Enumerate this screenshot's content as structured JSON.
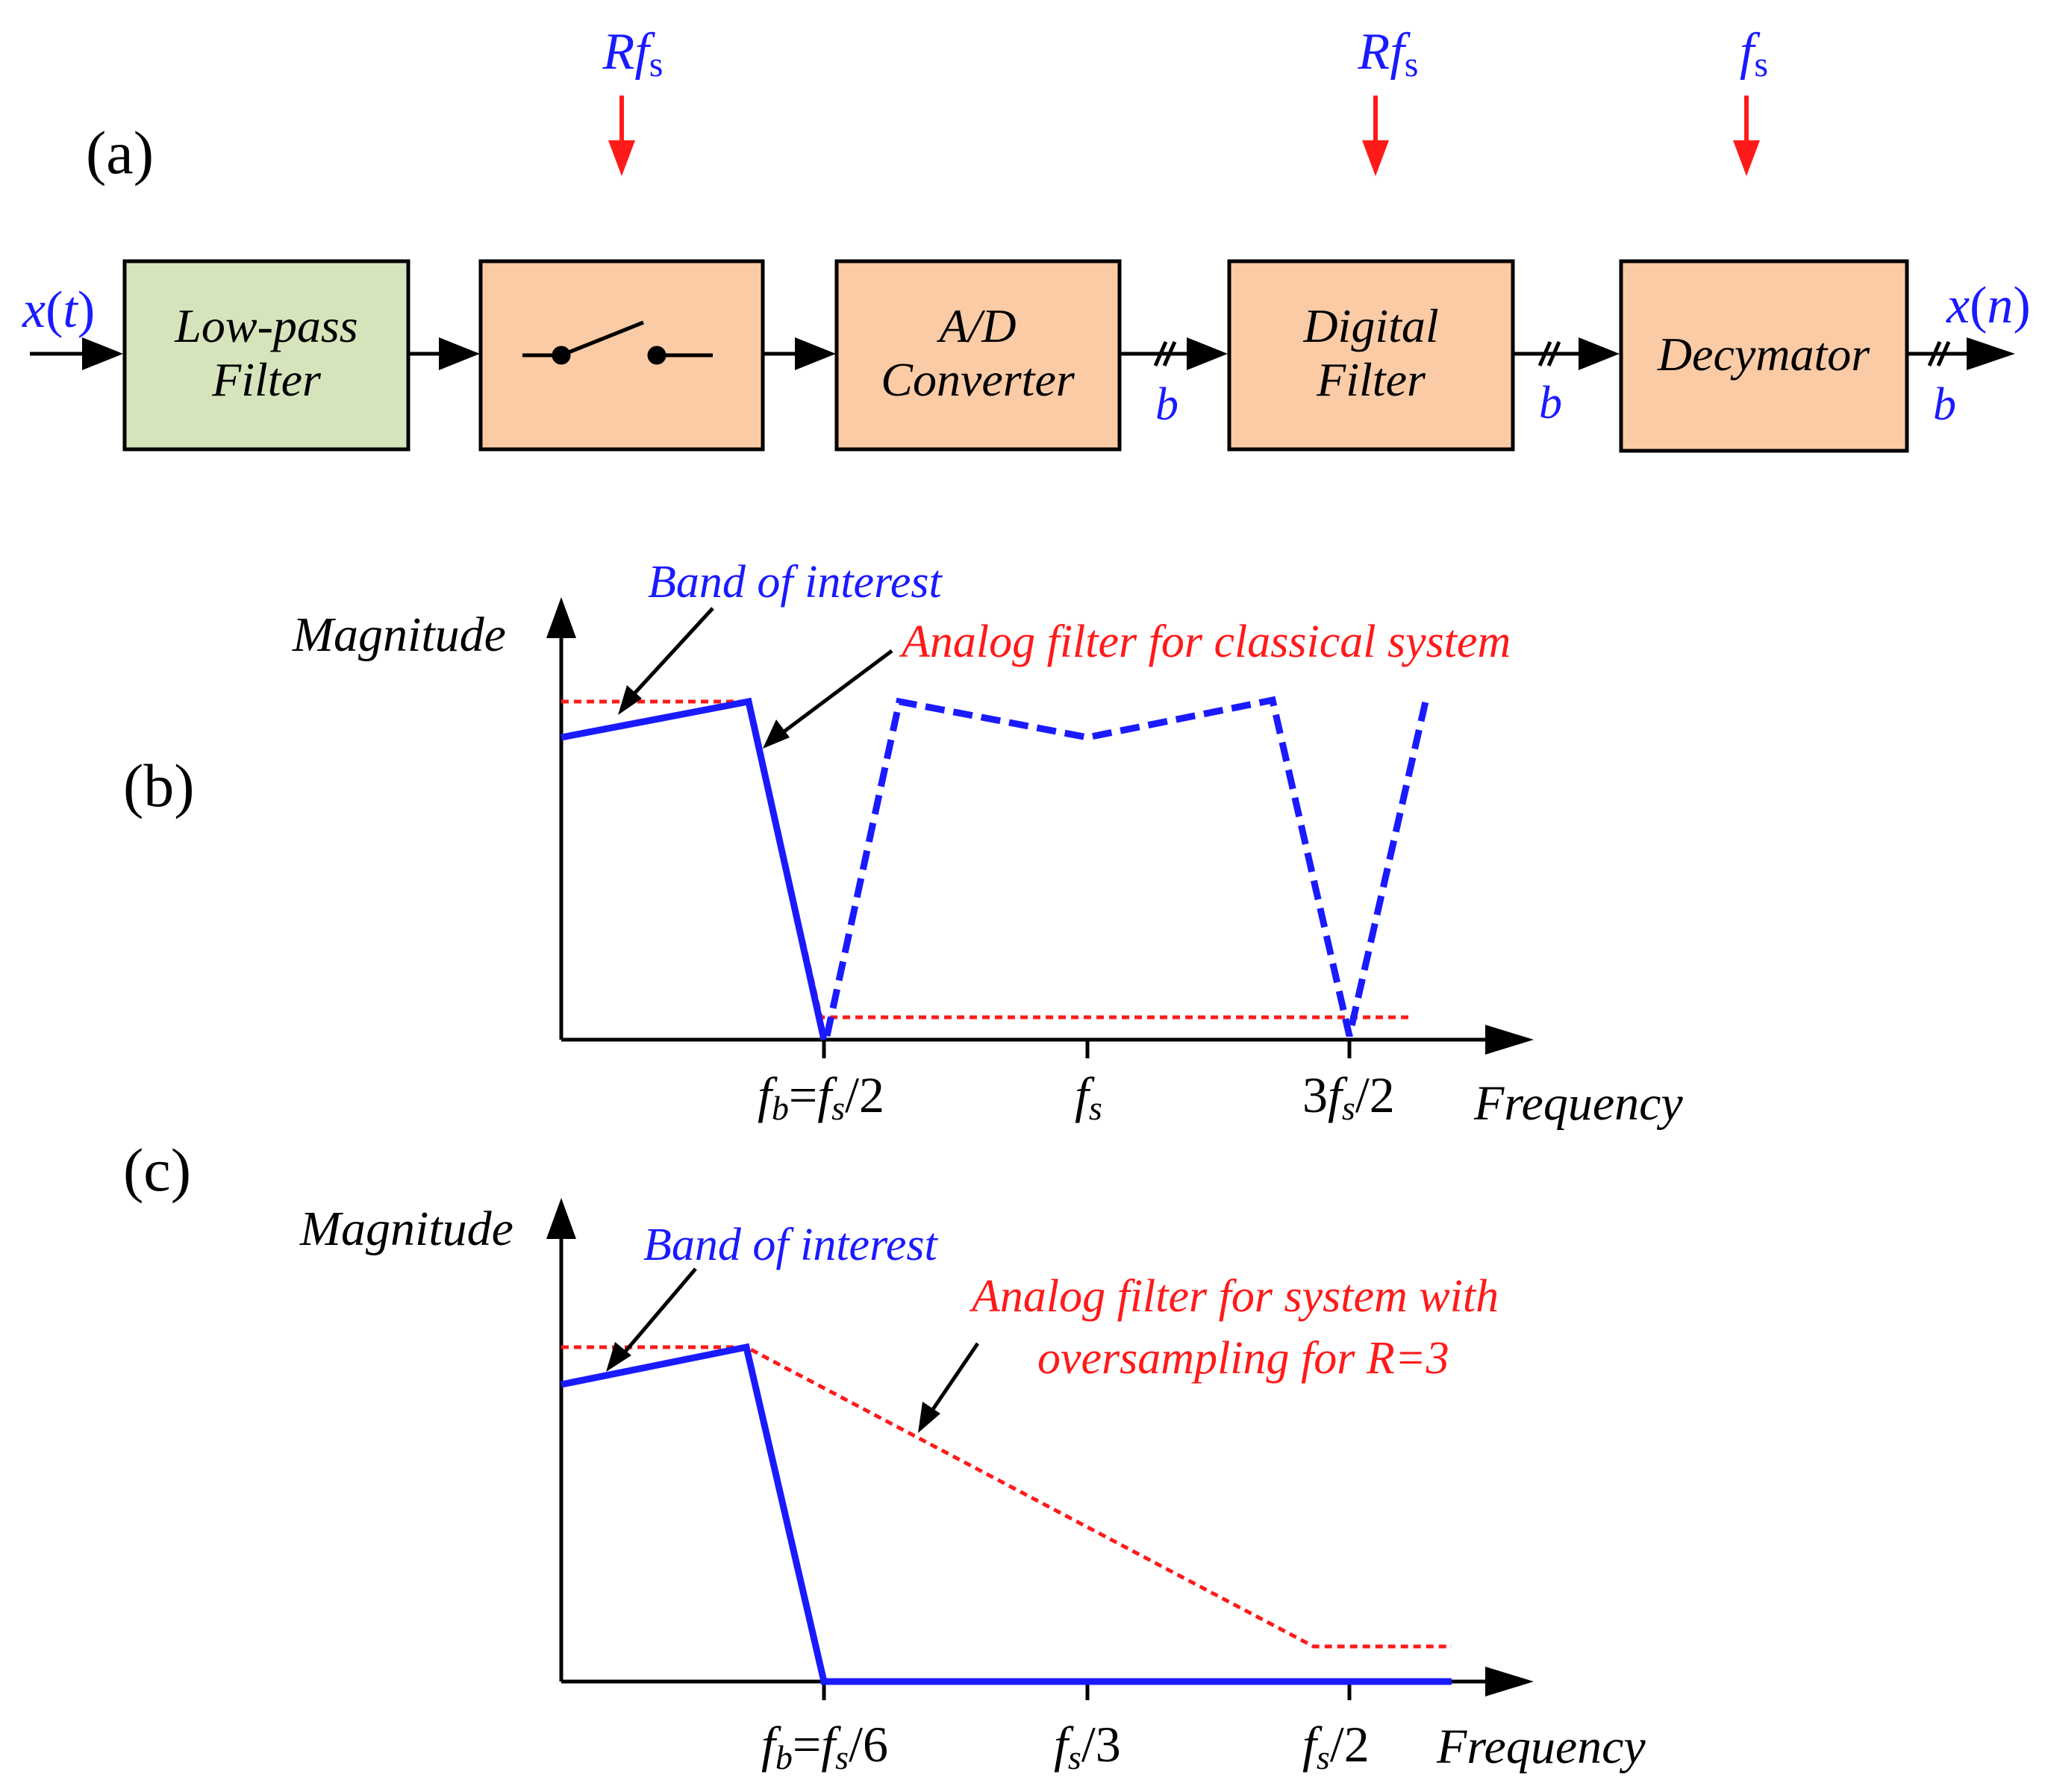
{
  "colors": {
    "lowpass_fill": "#d6e4bc",
    "block_fill": "#fbcba6",
    "signal_blue": "#1a1aff",
    "clock_red": "#ff1a1a",
    "line_black": "#000000"
  },
  "panel_a": {
    "label": "(a)",
    "input_signal": {
      "base": "x",
      "paren_open": "(",
      "arg": "t",
      "paren_close": ")"
    },
    "output_signal": {
      "base": "x",
      "paren_open": "(",
      "arg": "n",
      "paren_close": ")"
    },
    "blocks": {
      "lowpass": {
        "line1": "Low-pass",
        "line2": "Filter"
      },
      "sampler": {
        "icon": "switch-icon"
      },
      "adc": {
        "line1": "A/D",
        "line2": "Converter"
      },
      "digital": {
        "line1": "Digital",
        "line2": "Filter"
      },
      "decimator": {
        "line1": "Decymator"
      }
    },
    "clocks": {
      "sampler": {
        "pre": "R",
        "f": "f",
        "sub": "s"
      },
      "digital": {
        "pre": "R",
        "f": "f",
        "sub": "s"
      },
      "decimator": {
        "pre": "",
        "f": "f",
        "sub": "s"
      }
    },
    "bus_width_label": "b"
  },
  "panel_b": {
    "label": "(b)",
    "y_axis_label": "Magnitude",
    "x_axis_label": "Frequency",
    "ticks": {
      "t1": {
        "a": "f",
        "a_sub": "b",
        "eq": "=",
        "b": "f",
        "b_sub": "s",
        "tail": "/2"
      },
      "t2": {
        "a": "f",
        "a_sub": "s"
      },
      "t3": {
        "pre": "3",
        "a": "f",
        "a_sub": "s",
        "tail": "/2"
      }
    },
    "annotations": {
      "band": "Band of interest",
      "analog": "Analog filter for classical system"
    }
  },
  "panel_c": {
    "label": "(c)",
    "y_axis_label": "Magnitude",
    "x_axis_label": "Frequency",
    "ticks": {
      "t1": {
        "a": "f",
        "a_sub": "b",
        "eq": "=",
        "b": "f",
        "b_sub": "s",
        "tail": "/6"
      },
      "t2": {
        "a": "f",
        "a_sub": "s",
        "tail": "/3"
      },
      "t3": {
        "a": "f",
        "a_sub": "s",
        "tail": "/2"
      }
    },
    "annotations": {
      "band": "Band of interest",
      "analog_line1": "Analog filter for system with",
      "analog_line2": "oversampling for R=3"
    }
  }
}
